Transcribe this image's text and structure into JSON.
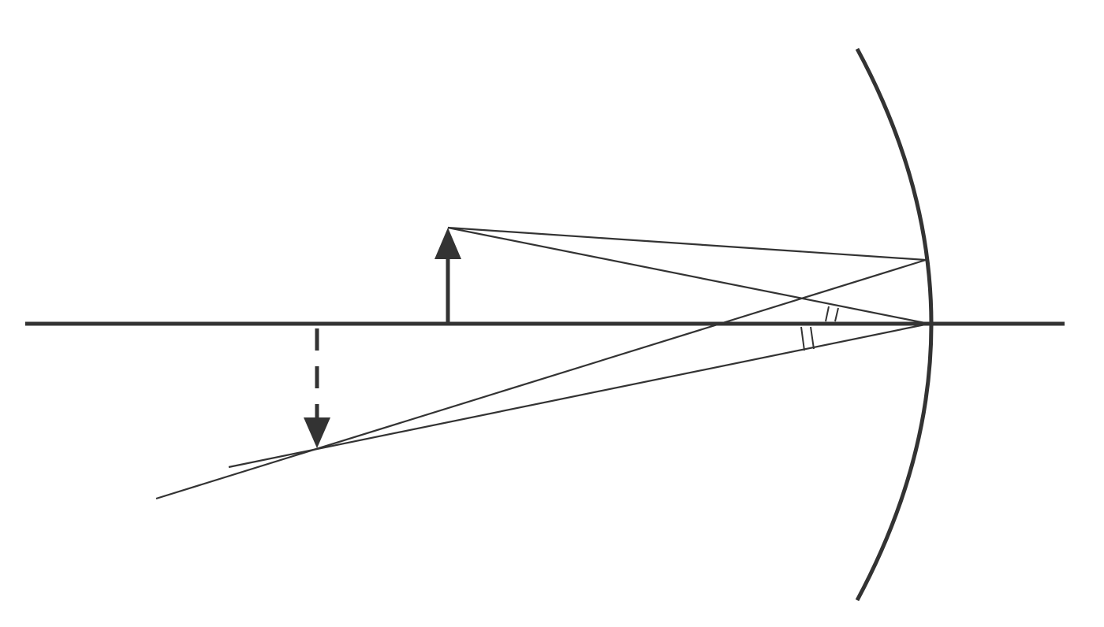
{
  "diagram": {
    "type": "concave-mirror-ray-diagram",
    "elements": [
      "optical-axis",
      "concave-mirror",
      "object-arrow",
      "image-arrow",
      "incident-rays",
      "reflected-rays",
      "equal-angle-marks"
    ],
    "colors": {
      "stroke": "#333333",
      "background": "#ffffff"
    }
  }
}
